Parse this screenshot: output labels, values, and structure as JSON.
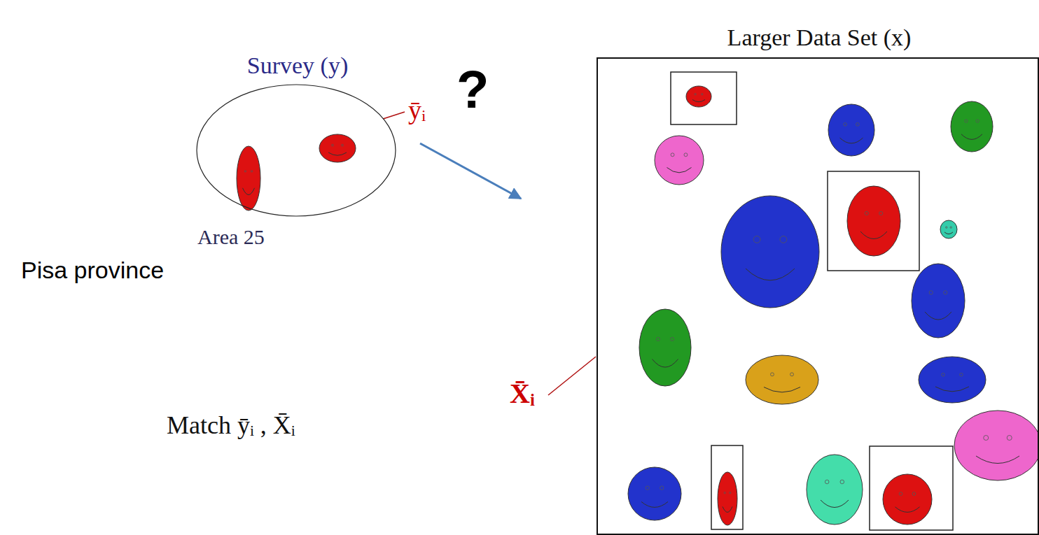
{
  "diagram": {
    "nodes": [
      {
        "text": [
          "Survey (y)",
          "Area 25"
        ]
      },
      {
        "text": [
          "Larger Data Set (x)"
        ]
      }
    ],
    "labels": [
      "ȳᵢ",
      "?",
      "Pisa province",
      "X̄ᵢ",
      "Match ȳᵢ , X̄ᵢ"
    ]
  }
}
